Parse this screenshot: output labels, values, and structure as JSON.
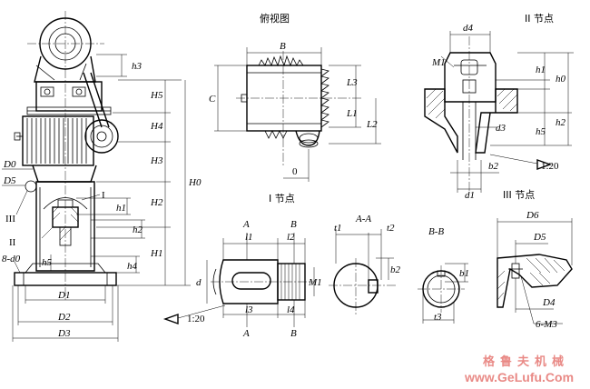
{
  "titles": {
    "top_view": "俯视图",
    "node_ii": "II 节点",
    "node_i": "I 节点",
    "node_iii": "III 节点",
    "section_aa": "A-A",
    "section_bb": "B-B"
  },
  "main_view": {
    "h3": "h3",
    "H5": "H5",
    "H4": "H4",
    "H3": "H3",
    "H2": "H2",
    "H1": "H1",
    "H0": "H0",
    "h1": "h1",
    "h2": "h2",
    "h4": "h4",
    "h5": "h5",
    "D0": "D0",
    "D5": "D5",
    "D1": "D1",
    "D2": "D2",
    "D3": "D3",
    "I": "I",
    "II": "II",
    "III": "III",
    "d0": "8-d0"
  },
  "top_view": {
    "B": "B",
    "C": "C",
    "L3": "L3",
    "L1": "L1",
    "L2": "L2",
    "zero": "0"
  },
  "node_ii_view": {
    "d4": "d4",
    "M1": "M1",
    "h1": "h1",
    "h2": "h2",
    "h0": "h0",
    "h5": "h5",
    "d3": "d3",
    "b2": "b2",
    "d1": "d1",
    "taper": "1:20"
  },
  "node_i_view": {
    "A_top": "A",
    "B_top": "B",
    "l1": "l1",
    "l2": "l2",
    "d": "d",
    "M1": "M1",
    "l3": "l3",
    "l4": "l4",
    "A_bottom": "A",
    "B_bottom": "B",
    "taper": "1:20"
  },
  "section_aa_view": {
    "t1": "t1",
    "t2": "t2",
    "b2": "b2"
  },
  "section_bb_view": {
    "b1": "b1",
    "t3": "t3"
  },
  "node_iii_view": {
    "D6": "D6",
    "D5": "D5",
    "D4": "D4",
    "M3": "6-M3"
  },
  "watermark": {
    "cn": "格鲁夫机械",
    "url": "www.GeLufu.Com"
  }
}
